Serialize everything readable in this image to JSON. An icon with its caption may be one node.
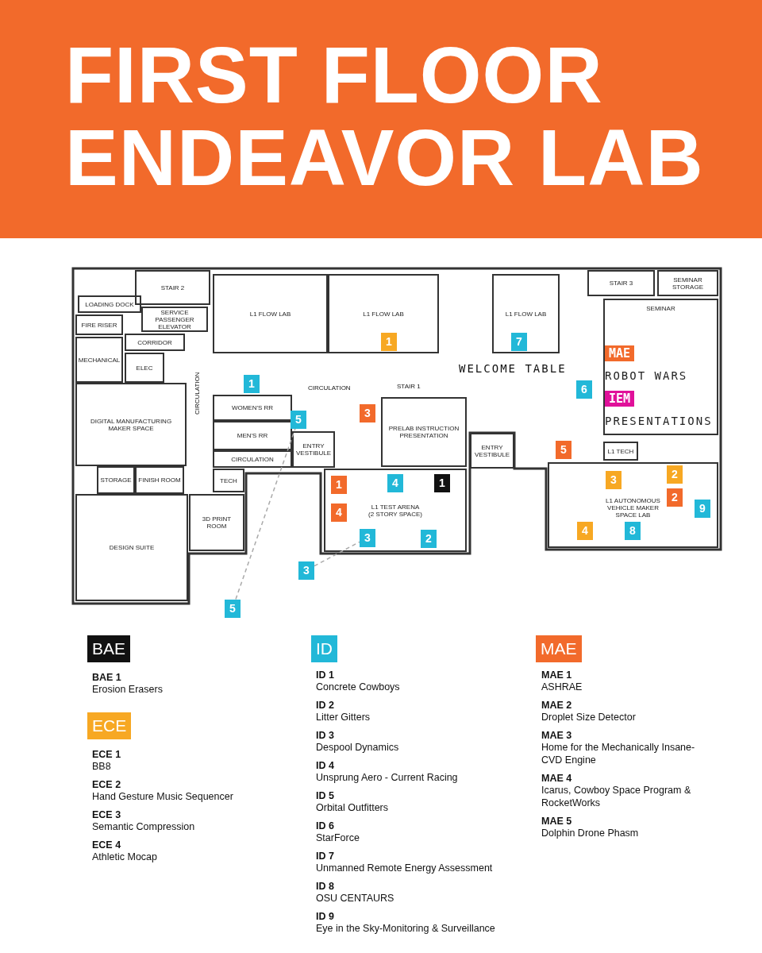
{
  "diagram": {
    "title": "FIRST FLOOR ENDEAVOR LAB",
    "nodes": [
      {
        "text": [
          "STAIR 2"
        ]
      },
      {
        "text": [
          "SERVICE PASSENGER ELEVATOR"
        ]
      },
      {
        "text": [
          "LOADING DOCK"
        ]
      },
      {
        "text": [
          "FIRE RISER"
        ]
      },
      {
        "text": [
          "MECHANICAL"
        ]
      },
      {
        "text": [
          "CORRIDOR"
        ]
      },
      {
        "text": [
          "ELEC"
        ]
      },
      {
        "text": [
          "L1 FLOW LAB"
        ]
      },
      {
        "text": [
          "L1 FLOW LAB"
        ]
      },
      {
        "text": [
          "L1 FLOW LAB"
        ]
      },
      {
        "text": [
          "STAIR 3"
        ]
      },
      {
        "text": [
          "SEMINAR STORAGE"
        ]
      },
      {
        "text": [
          "SEMINAR"
        ]
      },
      {
        "text": [
          "DIGITAL MANUFACTURING MAKER SPACE"
        ]
      },
      {
        "text": [
          "STORAGE"
        ]
      },
      {
        "text": [
          "FINISH ROOM"
        ]
      },
      {
        "text": [
          "DESIGN SUITE"
        ]
      },
      {
        "text": [
          "3D PRINT ROOM"
        ]
      },
      {
        "text": [
          "TECH"
        ]
      },
      {
        "text": [
          "WOMEN'S RR"
        ]
      },
      {
        "text": [
          "MEN'S RR"
        ]
      },
      {
        "text": [
          "CIRCULATION"
        ]
      },
      {
        "text": [
          "ENTRY VESTIBULE"
        ]
      },
      {
        "text": [
          "PRELAB INSTRUCTION PRESENTATION"
        ]
      },
      {
        "text": [
          "ENTRY VESTIBULE"
        ]
      },
      {
        "text": [
          "L1 TEST ARENA",
          "(2 STORY SPACE)"
        ]
      },
      {
        "text": [
          "L1 TECH"
        ]
      },
      {
        "text": [
          "L1 AUTONOMOUS VEHICLE MAKER SPACE LAB"
        ]
      },
      {
        "text": [
          "1"
        ]
      },
      {
        "text": [
          "5"
        ]
      },
      {
        "text": [
          "3"
        ]
      },
      {
        "text": [
          "1"
        ],
        "in": 8
      },
      {
        "text": [
          "7"
        ],
        "in": 9
      },
      {
        "text": [
          "6"
        ]
      },
      {
        "text": [
          "MAE"
        ],
        "in": 12,
        "beside": [
          "ROBOT WARS"
        ]
      },
      {
        "text": [
          "IEM"
        ],
        "in": 12,
        "beside": [
          "PRESENTATIONS"
        ]
      },
      {
        "text": [
          "1"
        ],
        "in": 25
      },
      {
        "text": [
          "4"
        ],
        "in": 25
      },
      {
        "text": [
          "1"
        ],
        "in": 25
      },
      {
        "text": [
          "4"
        ],
        "in": 25
      },
      {
        "text": [
          "3"
        ],
        "in": 25
      },
      {
        "text": [
          "2"
        ],
        "in": 25
      },
      {
        "text": [
          "5"
        ]
      },
      {
        "text": [
          "2"
        ],
        "in": 27
      },
      {
        "text": [
          "3"
        ],
        "in": 27
      },
      {
        "text": [
          "2"
        ],
        "in": 27
      },
      {
        "text": [
          "9"
        ],
        "in": 27
      },
      {
        "text": [
          "4"
        ],
        "in": 27
      },
      {
        "text": [
          "8"
        ],
        "in": 27
      },
      {
        "text": [
          "3"
        ]
      },
      {
        "text": [
          "5"
        ]
      }
    ],
    "edges": [
      {
        "from": 50,
        "to": 29,
        "arrow": "none",
        "style": "dashed"
      },
      {
        "from": 49,
        "to": 40,
        "arrow": "none",
        "style": "dashed"
      }
    ],
    "labels": [
      "CIRCULATION",
      "CIRCULATION",
      "STAIR 1",
      "WELCOME TABLE",
      "BAE 1",
      "Erosion Erasers",
      "ECE 1",
      "BB8",
      "ECE 2",
      "Hand Gesture Music Sequencer",
      "ECE 3",
      "Semantic Compression",
      "ECE 4",
      "Athletic Mocap",
      "ID 1",
      "Concrete Cowboys",
      "ID 2",
      "Litter Gitters",
      "ID 3",
      "Despool Dynamics",
      "ID 4",
      "Unsprung Aero - Current Racing",
      "ID 5",
      "Orbital Outfitters",
      "ID 6",
      "StarForce",
      "ID 7",
      "Unmanned Remote Energy Assessment",
      "ID 8",
      "OSU CENTAURS",
      "ID 9",
      "Eye in the Sky-Monitoring & Surveillance",
      "MAE 1",
      "ASHRAE",
      "MAE 2",
      "Droplet Size Detector",
      "MAE 3",
      "Home for the Mechanically Insane-CVD Engine",
      "MAE 4",
      "Icarus, Cowboy Space Program & RocketWorks",
      "MAE 5",
      "Dolphin Drone Phasm"
    ],
    "legend": [
      {
        "text": "BAE",
        "color": "#111111"
      },
      {
        "text": "ECE",
        "color": "#f7a823"
      },
      {
        "text": "ID",
        "color": "#22b8d8"
      },
      {
        "text": "MAE",
        "color": "#f26a2b"
      }
    ]
  }
}
